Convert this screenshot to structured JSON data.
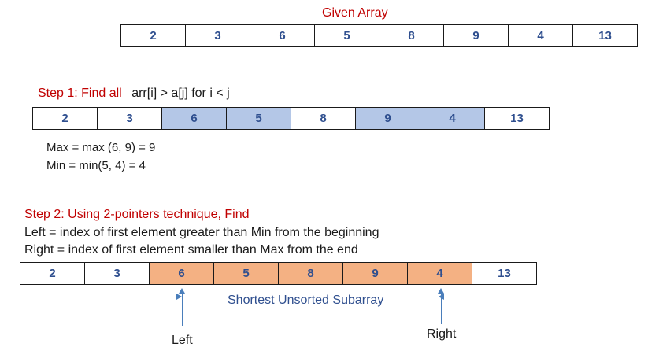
{
  "given": {
    "title": "Given Array",
    "cells": [
      {
        "value": "2",
        "hl": ""
      },
      {
        "value": "3",
        "hl": ""
      },
      {
        "value": "6",
        "hl": ""
      },
      {
        "value": "5",
        "hl": ""
      },
      {
        "value": "8",
        "hl": ""
      },
      {
        "value": "9",
        "hl": ""
      },
      {
        "value": "4",
        "hl": ""
      },
      {
        "value": "13",
        "hl": ""
      }
    ]
  },
  "step1": {
    "label": "Step 1:  Find all",
    "condition": "arr[i] > a[j] for  i < j",
    "cells": [
      {
        "value": "2",
        "hl": ""
      },
      {
        "value": "3",
        "hl": ""
      },
      {
        "value": "6",
        "hl": "blue"
      },
      {
        "value": "5",
        "hl": "blue"
      },
      {
        "value": "8",
        "hl": ""
      },
      {
        "value": "9",
        "hl": "blue"
      },
      {
        "value": "4",
        "hl": "blue"
      },
      {
        "value": "13",
        "hl": ""
      }
    ],
    "max_line": "Max = max (6, 9) = 9",
    "min_line": "Min = min(5, 4) = 4"
  },
  "step2": {
    "label": "Step 2: Using 2-pointers technique, Find",
    "left_def": "Left = index of first element greater than Min from the beginning",
    "right_def": "Right = index of first element smaller than Max from the end",
    "cells": [
      {
        "value": "2",
        "hl": ""
      },
      {
        "value": "3",
        "hl": ""
      },
      {
        "value": "6",
        "hl": "orange"
      },
      {
        "value": "5",
        "hl": "orange"
      },
      {
        "value": "8",
        "hl": "orange"
      },
      {
        "value": "9",
        "hl": "orange"
      },
      {
        "value": "4",
        "hl": "orange"
      },
      {
        "value": "13",
        "hl": ""
      }
    ],
    "subarray_label": "Shortest Unsorted Subarray",
    "left_label": "Left",
    "right_label": "Right"
  },
  "colors": {
    "title_red": "#c00000",
    "cell_text": "#2f4f8f",
    "highlight_blue": "#b4c7e7",
    "highlight_orange": "#f4b183",
    "arrow_blue": "#4a7ebb"
  }
}
